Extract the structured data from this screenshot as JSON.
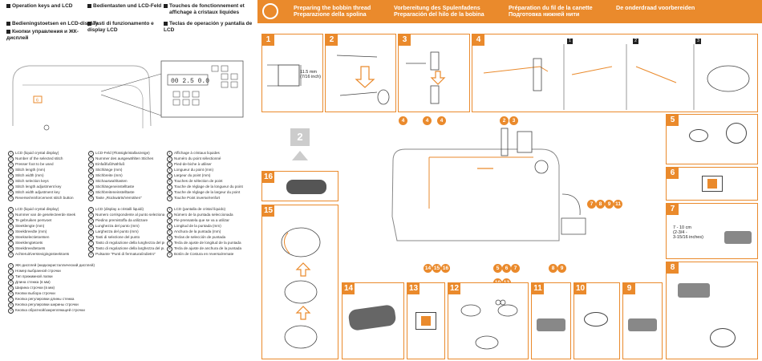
{
  "left_titles": {
    "col1": [
      "Operation keys and LCD",
      "Bedieningstoetsen en LCD-display",
      "Кнопки управления и ЖК-дисплей"
    ],
    "col2": [
      "Bedientasten und LCD-Feld",
      "Tasti di funzionamento e display LCD"
    ],
    "col3": [
      "Touches de fonctionnement et",
      "affichage à cristaux liquides",
      "Teclas de operación y pantalla de LCD"
    ]
  },
  "legend_blocks": [
    [
      "LCD (liquid crystal display)",
      "Number of the selected stitch",
      "Presser foot to be used",
      "Stitch length (mm)",
      "Stitch width (mm)",
      "Stitch selection keys",
      "Stitch length adjustment key",
      "Stitch width adjustment key",
      "Reverse/reinforcement stitch button"
    ],
    [
      "LCD-Feld (Flüssigkristallanzeige)",
      "Nummer des ausgewählten Stiches",
      "Einfaßfuß/Nähfuß",
      "Stichlänge (mm)",
      "Stichbreite (mm)",
      "Stichauswahltasten",
      "Stichlängeneinstelltaste",
      "Stichbreiteneinstelltaste",
      "Taste „Rückwärts/Vernähen\""
    ],
    [
      "Affichage à cristaux liquides",
      "Numéro du point sélectionné",
      "Pied-de-biche à utiliser",
      "Longueur du point (mm)",
      "Largeur du point (mm)",
      "Touches de sélection de point",
      "Touche de réglage de la longueur du point",
      "Touche de réglage de la largeur du point",
      "Touche Point inverse/renfort"
    ],
    [
      "LCD (liquid crystal display)",
      "Nummer van de geselecteerde steek",
      "Te gebruiken persvoet",
      "Steeklengte (mm)",
      "Steekbreedte (mm)",
      "Steekselectietoetsen",
      "Steeklengtetoets",
      "Steekbreedtetoets",
      "Achteruit/verstevigingssteektoets"
    ],
    [
      "LCD (display a cristalli liquidi)",
      "Numero corrispondente al punto selezionato",
      "Piedino premistoffa da utilizzare",
      "Lunghezza del punto (mm)",
      "Larghezza del punto (mm)",
      "Tasti di selezione del punto",
      "Tasto di regolazione della lunghezza del punto",
      "Tasto di regolazione della larghezza del punto",
      "Pulsante \"Punti di fermatura/indietro\""
    ],
    [
      "LCD (pantalla de cristal líquido)",
      "Número de la puntada seleccionada",
      "Pie prensatela que se va a utilizar",
      "Longitud de la puntada (mm)",
      "Anchura de la puntada (mm)",
      "Teclas de selección de puntada",
      "Tecla de ajuste de longitud de la puntada",
      "Tecla de ajuste de anchura de la puntada",
      "Botón de Costura en reversa/remate"
    ],
    [
      "ЖК-дисплей (жидкокристаллический дисплей)",
      "Номер выбранной строчки",
      "Тип прижимной лапки",
      "Длина стежка (в мм)",
      "Ширина строчки (в мм)",
      "Кнопки выбора строчки",
      "Кнопка регулировки длины стежка",
      "Кнопка регулировки ширины строчки",
      "Кнопка обратной/закрепляющей строчки"
    ]
  ],
  "band_titles": [
    [
      "Preparing the bobbin thread",
      "Preparazione della spolina"
    ],
    [
      "Vorbereitung des Spulenfadens",
      "Preparación del hilo de la bobina"
    ],
    [
      "Préparation du fil de la canette",
      "Подготовка нижней нити"
    ],
    [
      "De onderdraad voorbereiden",
      ""
    ]
  ],
  "measure_label": [
    "11.5 mm",
    "(7/16 inch)"
  ],
  "length_label": [
    "7 - 10 cm",
    "(2-3/4 -",
    "3-15/16 inches)"
  ],
  "lcd_digits": "00 2.5 0.0",
  "step_numbers": [
    "1",
    "2",
    "3",
    "4",
    "5",
    "6",
    "7",
    "8",
    "9",
    "10",
    "11",
    "12",
    "13",
    "14",
    "15",
    "16"
  ],
  "machine_callouts_top": [
    "4",
    "4",
    "4",
    "2",
    "3"
  ],
  "machine_callouts_mid": [
    "7",
    "8",
    "9",
    "11"
  ],
  "machine_callouts_bottom_a": [
    "14",
    "15",
    "16"
  ],
  "machine_callouts_bottom_b": [
    "5",
    "6",
    "7",
    "10",
    "12"
  ],
  "machine_callouts_bottom_c": [
    "8",
    "9"
  ],
  "lcd_callouts": [
    "1",
    "2",
    "3",
    "4",
    "5",
    "6",
    "7",
    "8",
    "9"
  ],
  "colors": {
    "accent": "#ea8a2c",
    "ink": "#222222"
  }
}
